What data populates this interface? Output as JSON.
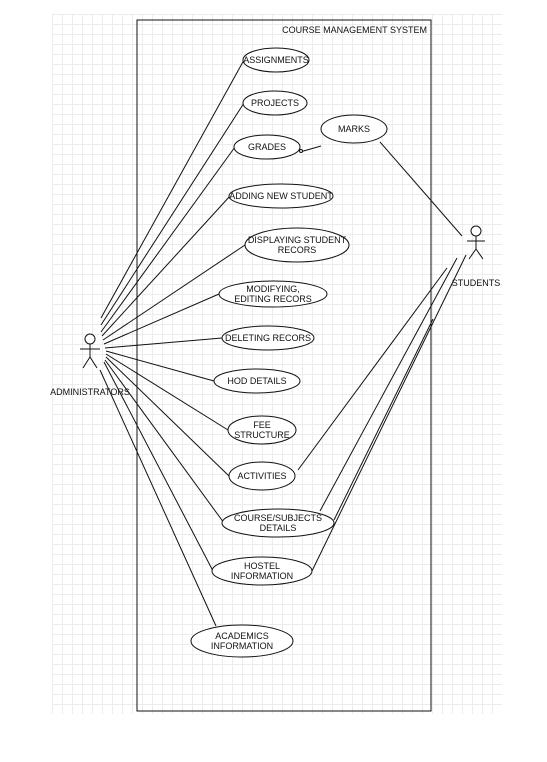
{
  "system": {
    "title": "COURSE MANAGEMENT SYSTEM"
  },
  "actors": {
    "admin": {
      "label": "ADMINISTRATORS"
    },
    "students": {
      "label": "STUDENTS"
    }
  },
  "use_cases": [
    {
      "id": "assignments",
      "lines": [
        "ASSIGNMENTS"
      ]
    },
    {
      "id": "projects",
      "lines": [
        "PROJECTS"
      ]
    },
    {
      "id": "grades",
      "lines": [
        "GRADES"
      ]
    },
    {
      "id": "marks",
      "lines": [
        "MARKS"
      ]
    },
    {
      "id": "adding-new-student",
      "lines": [
        "ADDING NEW STUDENT"
      ]
    },
    {
      "id": "displaying-student-recors",
      "lines": [
        "DISPLAYING STUDENT",
        "RECORS"
      ]
    },
    {
      "id": "modifying-editing-recors",
      "lines": [
        "MODIFYING,",
        "EDITING RECORS"
      ]
    },
    {
      "id": "deleting-recors",
      "lines": [
        "DELETING RECORS"
      ]
    },
    {
      "id": "hod-details",
      "lines": [
        "HOD DETAILS"
      ]
    },
    {
      "id": "fee-structure",
      "lines": [
        "FEE",
        "STRUCTURE"
      ]
    },
    {
      "id": "activities",
      "lines": [
        "ACTIVITIES"
      ]
    },
    {
      "id": "course-subjects-details",
      "lines": [
        "COURSE/SUBJECTS",
        "DETAILS"
      ]
    },
    {
      "id": "hostel-information",
      "lines": [
        "HOSTEL",
        "INFORMATION"
      ]
    },
    {
      "id": "academics-information",
      "lines": [
        "ACADEMICS",
        "INFORMATION"
      ]
    }
  ]
}
